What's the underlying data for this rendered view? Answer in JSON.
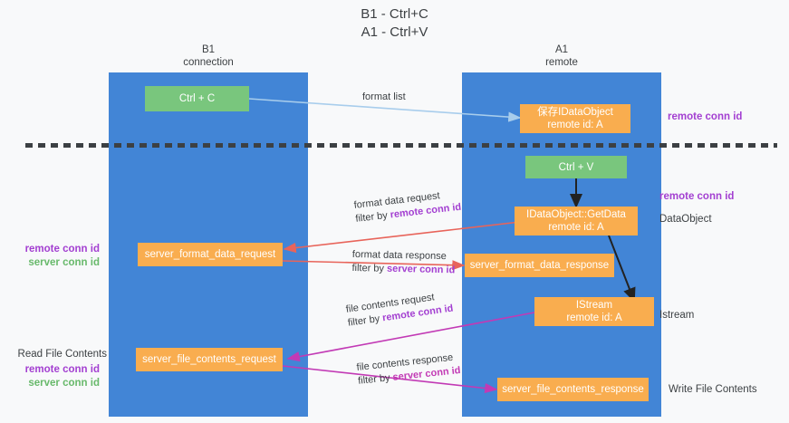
{
  "title": {
    "line1": "B1 - Ctrl+C",
    "line2": "A1 - Ctrl+V"
  },
  "lanes": [
    {
      "name": "B1",
      "sub": "connection"
    },
    {
      "name": "A1",
      "sub": "remote"
    }
  ],
  "nodes": {
    "ctrl_c": {
      "label": "Ctrl + C",
      "sub": ""
    },
    "save_idataobject": {
      "label": "保存IDataObject",
      "sub": "remote id: A"
    },
    "ctrl_v": {
      "label": "Ctrl + V",
      "sub": ""
    },
    "getdata": {
      "label": "IDataObject::GetData",
      "sub": "remote id: A"
    },
    "format_data_request": {
      "label": "server_format_data_request",
      "sub": ""
    },
    "format_data_response": {
      "label": "server_format_data_response",
      "sub": ""
    },
    "istream": {
      "label": "IStream",
      "sub": "remote id: A"
    },
    "file_contents_request": {
      "label": "server_file_contents_request",
      "sub": ""
    },
    "file_contents_response": {
      "label": "server_file_contents_response",
      "sub": ""
    }
  },
  "edges": {
    "format_list": {
      "line1": "format list",
      "line2": "",
      "line2_key": ""
    },
    "format_data_request": {
      "line1": "format data request",
      "prefix": "filter by ",
      "key": "remote conn id"
    },
    "format_data_response": {
      "line1": "format data response",
      "prefix": "filter by ",
      "key": "server conn id"
    },
    "file_contents_request": {
      "line1": "file contents request",
      "prefix": "filter by ",
      "key": "remote conn id"
    },
    "file_contents_response": {
      "line1": "file contents response",
      "prefix": "filter by ",
      "key": "server conn id"
    }
  },
  "annotations": {
    "right_remote_top": "remote conn id",
    "right_remote_mid": "remote conn id",
    "right_dataobject": "DataObject",
    "right_istream": "Istream",
    "right_write_file": "Write File Contents",
    "left_remote_conn": "remote conn id",
    "left_server_conn": "server conn id",
    "left_read_file": "Read File Contents",
    "left2_remote_conn": "remote conn id",
    "left2_server_conn": "server conn id"
  },
  "colors": {
    "lane": "#4285d6",
    "green_node": "#79c67d",
    "orange_node": "#f9ad4f",
    "purple": "#a33fd1",
    "green_text": "#68b96b",
    "magenta": "#c23ab5",
    "red_arrow": "#e8645a",
    "blue_arrow": "#a8cdec",
    "black_arrow": "#222222",
    "background": "#f8f9fa"
  }
}
